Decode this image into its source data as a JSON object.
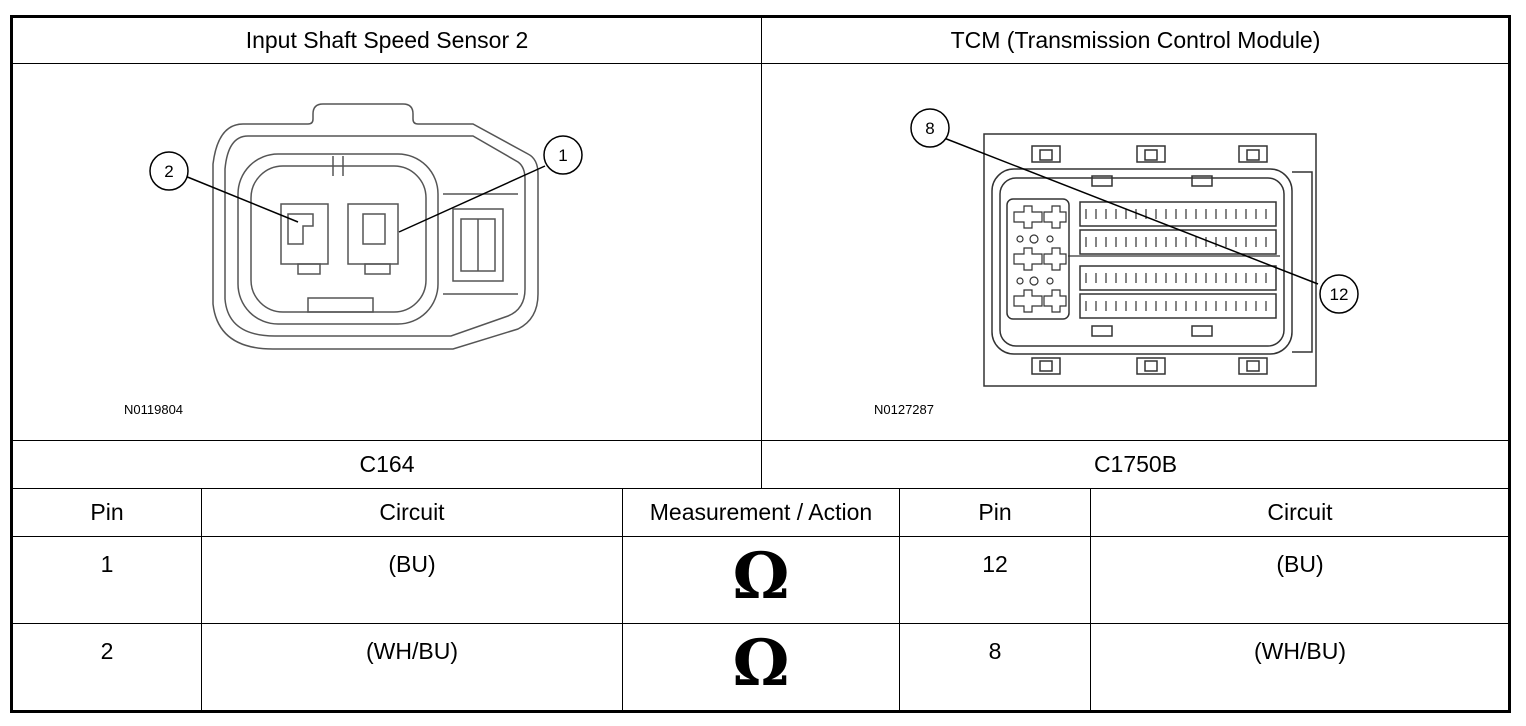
{
  "connectors": {
    "left": {
      "title": "Input Shaft Speed Sensor 2",
      "figure_code": "N0119804",
      "connector_id": "C164",
      "callouts": [
        "2",
        "1"
      ]
    },
    "right": {
      "title": "TCM (Transmission Control Module)",
      "figure_code": "N0127287",
      "connector_id": "C1750B",
      "callouts": [
        "8",
        "12"
      ]
    }
  },
  "table": {
    "headers": [
      "Pin",
      "Circuit",
      "Measurement / Action",
      "Pin",
      "Circuit"
    ],
    "rows": [
      {
        "pin_a": "1",
        "circuit_a": "(BU)",
        "action": "Ω",
        "pin_b": "12",
        "circuit_b": "(BU)"
      },
      {
        "pin_a": "2",
        "circuit_a": "(WH/BU)",
        "action": "Ω",
        "pin_b": "8",
        "circuit_b": "(WH/BU)"
      }
    ]
  }
}
